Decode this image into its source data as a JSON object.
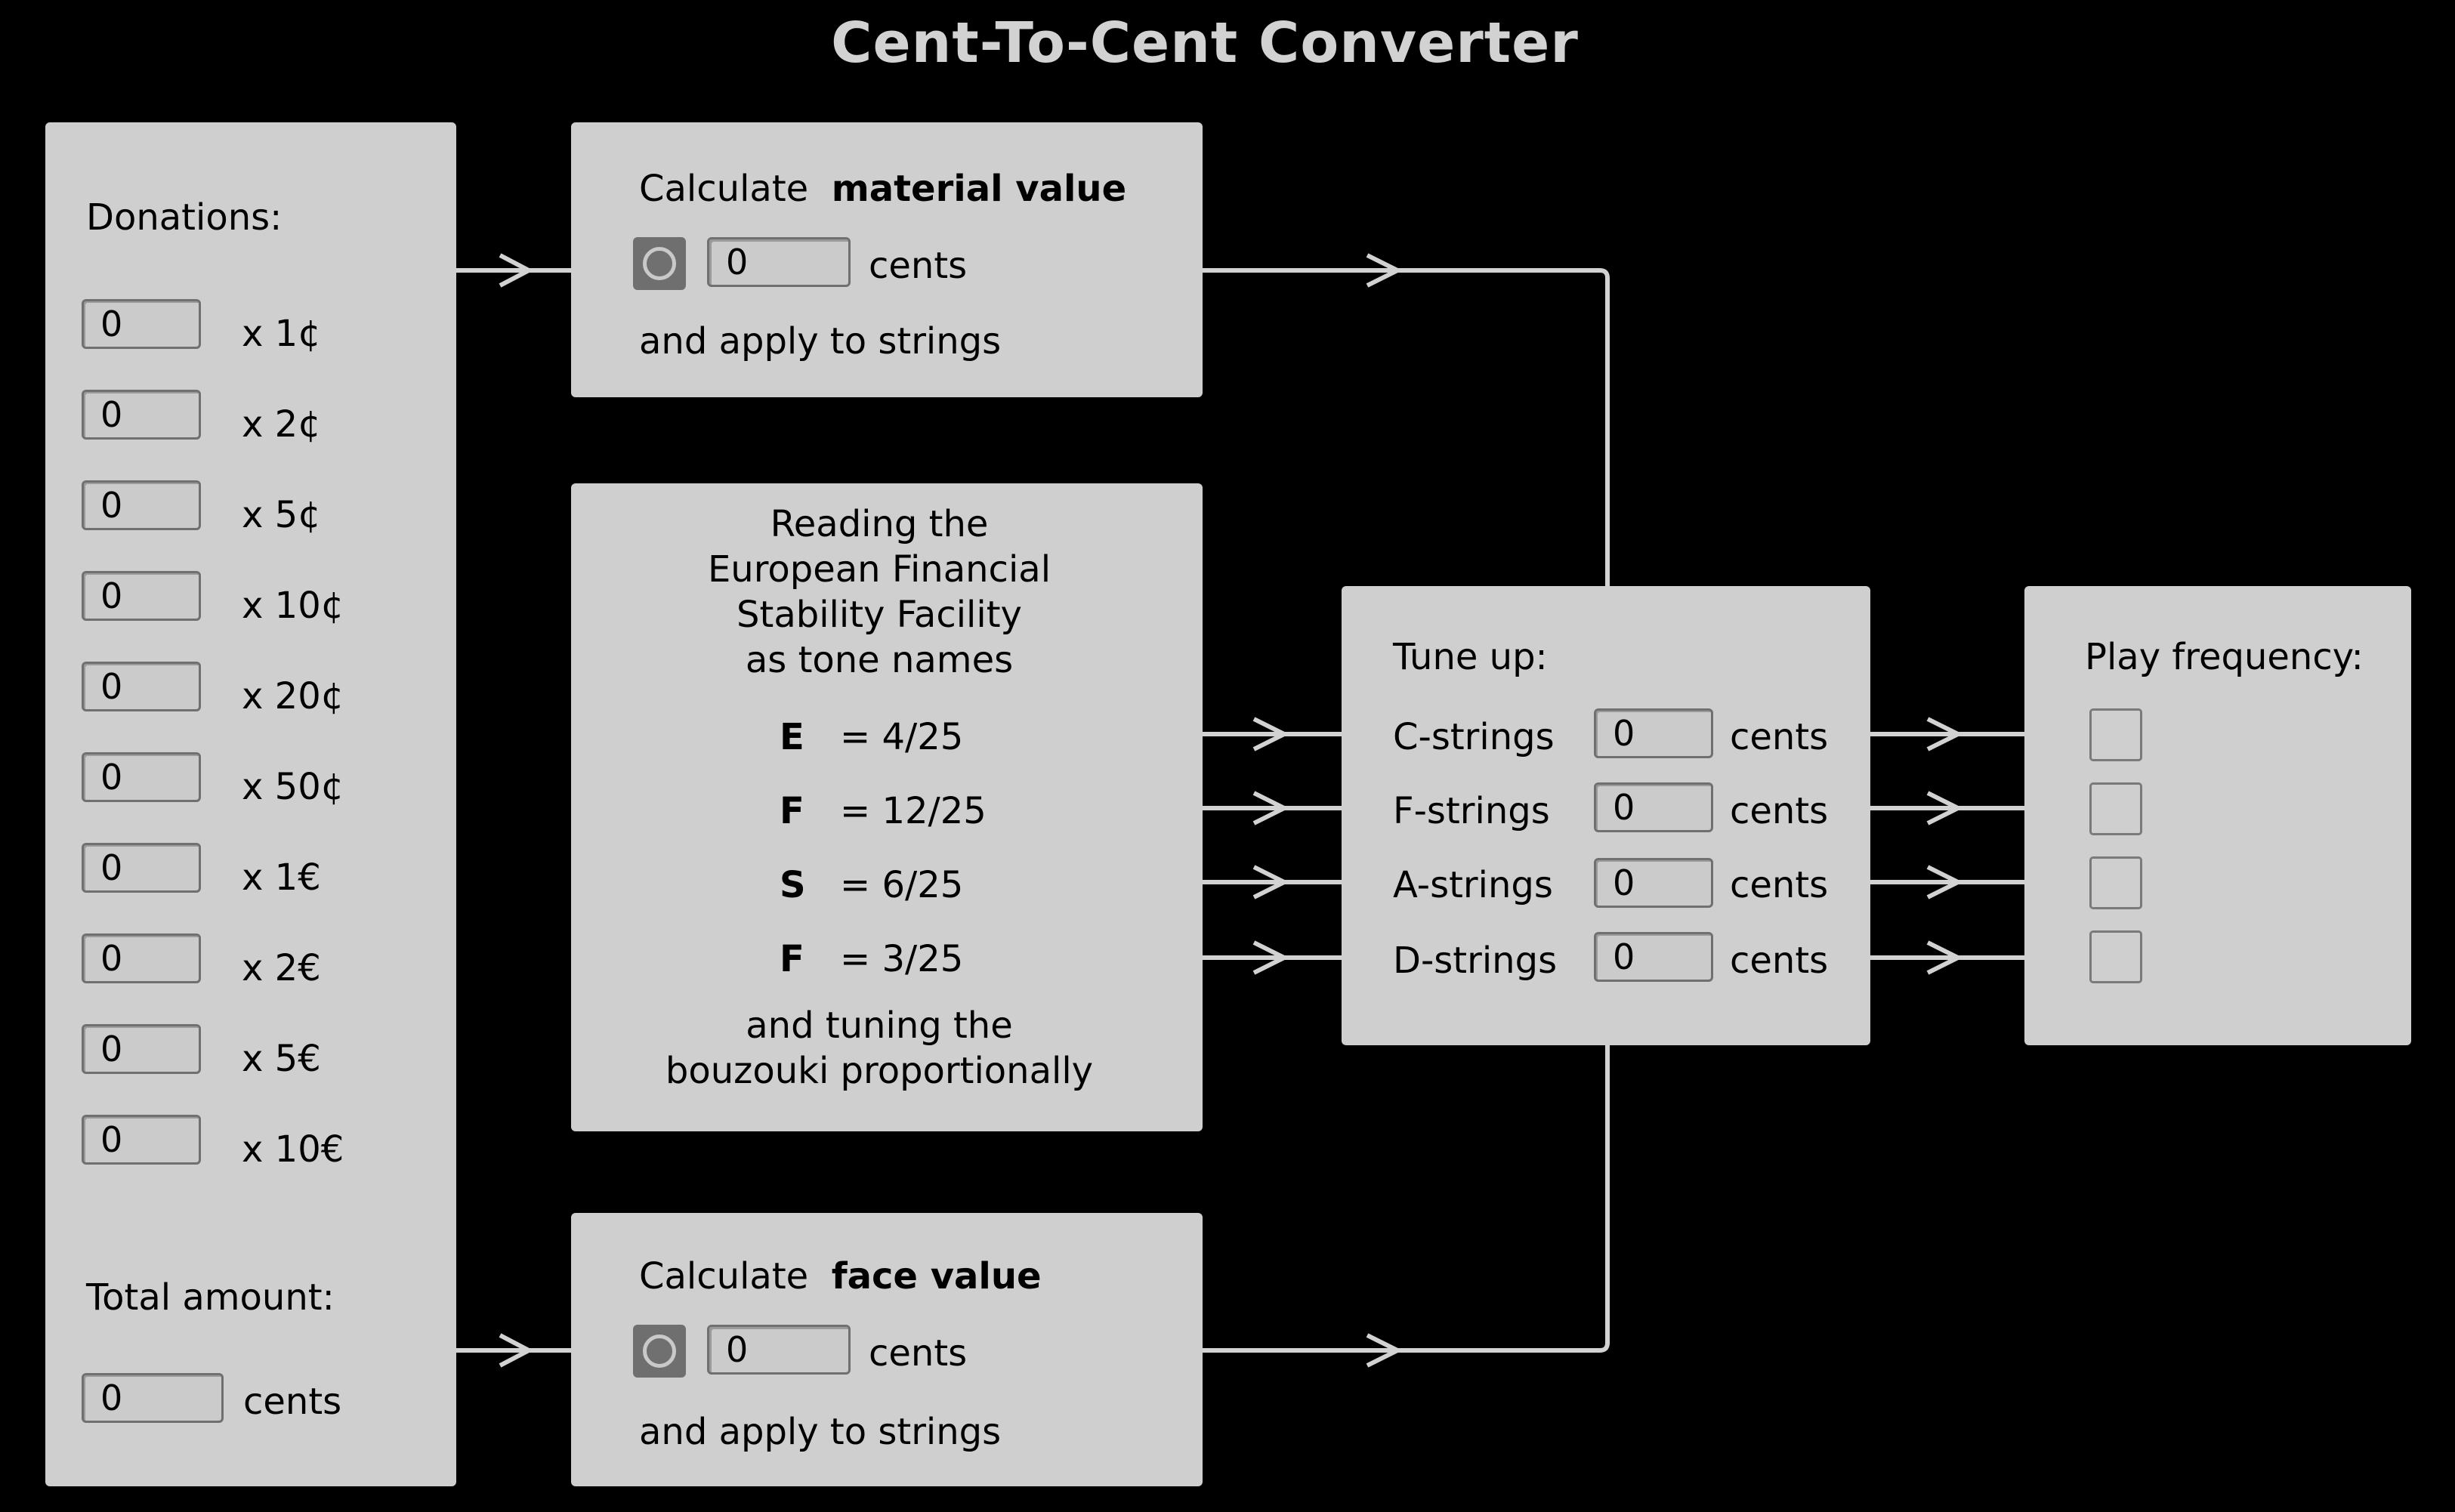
{
  "title": "Cent-To-Cent Converter",
  "donations": {
    "heading": "Donations:",
    "rows": [
      {
        "value": "0",
        "label": "x 1¢"
      },
      {
        "value": "0",
        "label": "x 2¢"
      },
      {
        "value": "0",
        "label": "x 5¢"
      },
      {
        "value": "0",
        "label": "x 10¢"
      },
      {
        "value": "0",
        "label": "x 20¢"
      },
      {
        "value": "0",
        "label": "x 50¢"
      },
      {
        "value": "0",
        "label": "x 1€"
      },
      {
        "value": "0",
        "label": "x 2€"
      },
      {
        "value": "0",
        "label": "x 5€"
      },
      {
        "value": "0",
        "label": "x 10€"
      }
    ],
    "total_label": "Total amount:",
    "total_value": "0",
    "total_unit": "cents"
  },
  "material": {
    "calc": "Calculate",
    "bold": "material value",
    "value": "0",
    "unit": "cents",
    "apply": "and apply to strings"
  },
  "efsf": {
    "lines": [
      "Reading the",
      "European Financial",
      "Stability Facility",
      "as tone names"
    ],
    "tones": [
      {
        "letter": "E",
        "ratio": "= 4/25"
      },
      {
        "letter": "F",
        "ratio": "= 12/25"
      },
      {
        "letter": "S",
        "ratio": "= 6/25"
      },
      {
        "letter": "F",
        "ratio": "= 3/25"
      }
    ],
    "footer": [
      "and tuning the",
      "bouzouki proportionally"
    ]
  },
  "face": {
    "calc": "Calculate",
    "bold": "face value",
    "value": "0",
    "unit": "cents",
    "apply": "and apply to strings"
  },
  "tune": {
    "heading": "Tune up:",
    "rows": [
      {
        "label": "C-strings",
        "value": "0",
        "unit": "cents"
      },
      {
        "label": "F-strings",
        "value": "0",
        "unit": "cents"
      },
      {
        "label": "A-strings",
        "value": "0",
        "unit": "cents"
      },
      {
        "label": "D-strings",
        "value": "0",
        "unit": "cents"
      }
    ]
  },
  "play": {
    "heading": "Play frequency:"
  },
  "colors": {
    "background": "#000000",
    "panel": "#cfcfcf",
    "wire": "#d2d2d2",
    "title": "#d2d2d2"
  }
}
